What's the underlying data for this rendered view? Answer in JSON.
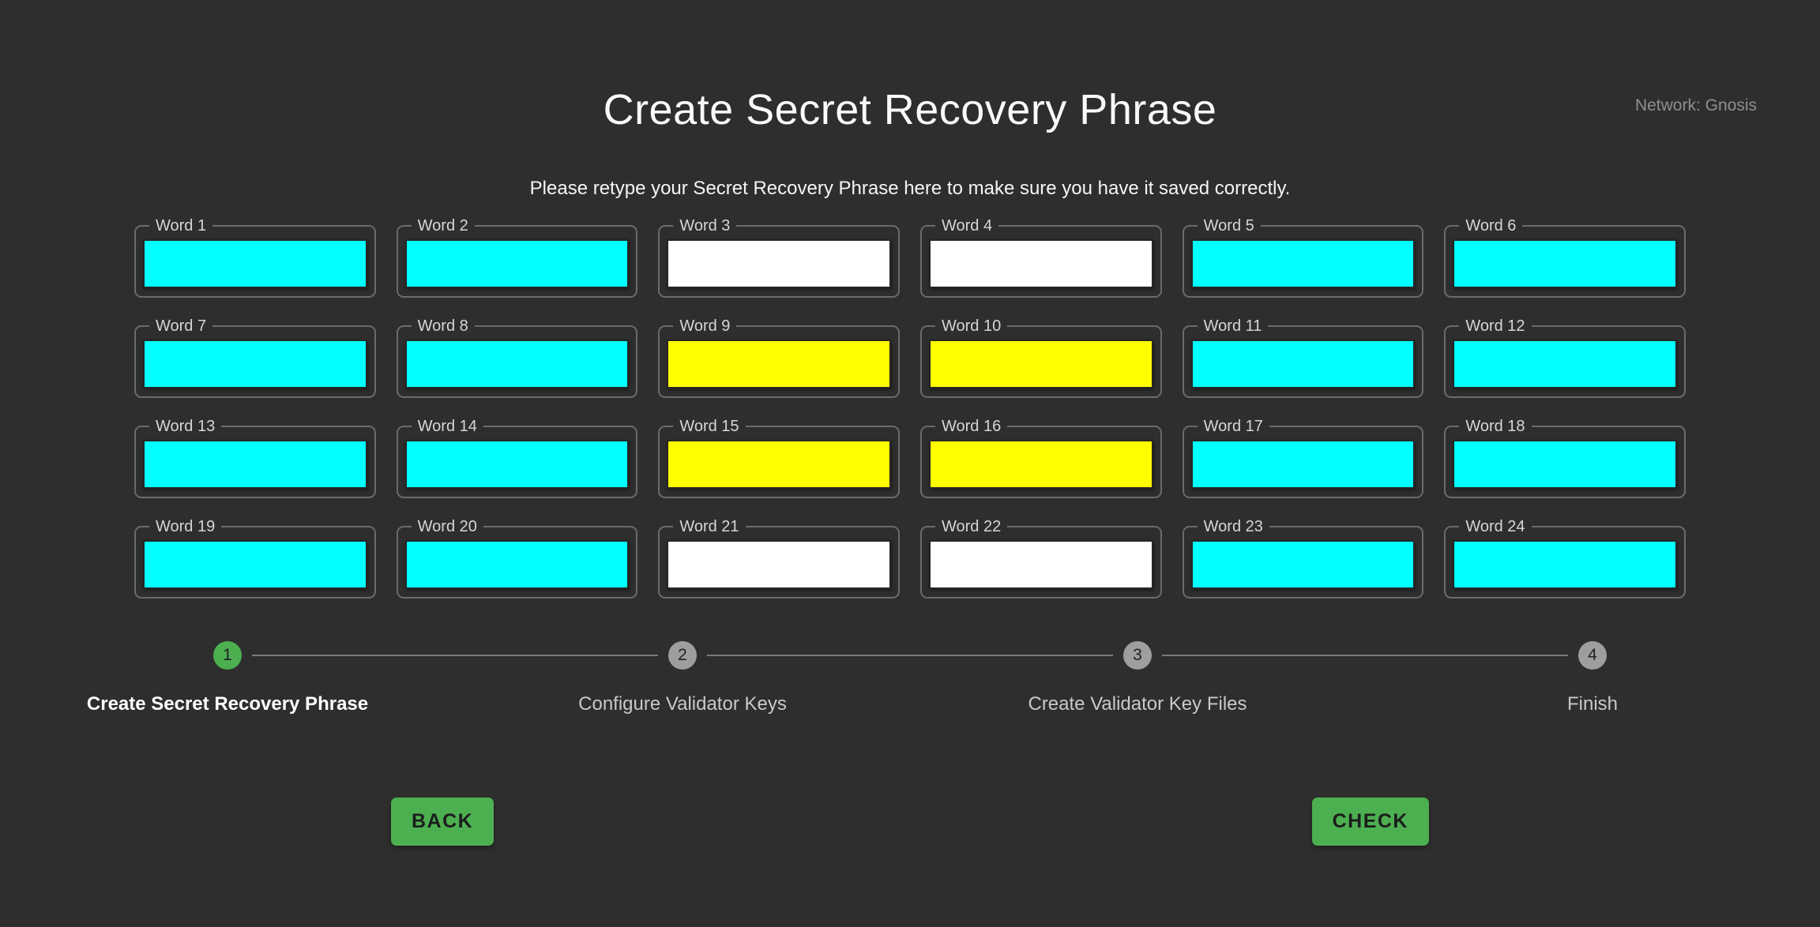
{
  "network": {
    "label": "Network: Gnosis"
  },
  "page": {
    "title": "Create Secret Recovery Phrase",
    "subtitle": "Please retype your Secret Recovery Phrase here to make sure you have it saved correctly."
  },
  "palette": {
    "background": "#2e2e2e",
    "accent_green": "#4caf50",
    "input_cyan": "#00ffff",
    "input_yellow": "#ffff00",
    "input_white": "#ffffff",
    "step_inactive_gray": "#9e9e9e",
    "connector_gray": "#7a7a7a"
  },
  "words": [
    {
      "label": "Word 1",
      "value": "",
      "color": "#00ffff"
    },
    {
      "label": "Word 2",
      "value": "",
      "color": "#00ffff"
    },
    {
      "label": "Word 3",
      "value": "",
      "color": "#ffffff"
    },
    {
      "label": "Word 4",
      "value": "",
      "color": "#ffffff"
    },
    {
      "label": "Word 5",
      "value": "",
      "color": "#00ffff"
    },
    {
      "label": "Word 6",
      "value": "",
      "color": "#00ffff"
    },
    {
      "label": "Word 7",
      "value": "",
      "color": "#00ffff"
    },
    {
      "label": "Word 8",
      "value": "",
      "color": "#00ffff"
    },
    {
      "label": "Word 9",
      "value": "",
      "color": "#ffff00"
    },
    {
      "label": "Word 10",
      "value": "",
      "color": "#ffff00"
    },
    {
      "label": "Word 11",
      "value": "",
      "color": "#00ffff"
    },
    {
      "label": "Word 12",
      "value": "",
      "color": "#00ffff"
    },
    {
      "label": "Word 13",
      "value": "",
      "color": "#00ffff"
    },
    {
      "label": "Word 14",
      "value": "",
      "color": "#00ffff"
    },
    {
      "label": "Word 15",
      "value": "",
      "color": "#ffff00"
    },
    {
      "label": "Word 16",
      "value": "",
      "color": "#ffff00"
    },
    {
      "label": "Word 17",
      "value": "",
      "color": "#00ffff"
    },
    {
      "label": "Word 18",
      "value": "",
      "color": "#00ffff"
    },
    {
      "label": "Word 19",
      "value": "",
      "color": "#00ffff"
    },
    {
      "label": "Word 20",
      "value": "",
      "color": "#00ffff"
    },
    {
      "label": "Word 21",
      "value": "",
      "color": "#ffffff"
    },
    {
      "label": "Word 22",
      "value": "",
      "color": "#ffffff"
    },
    {
      "label": "Word 23",
      "value": "",
      "color": "#00ffff"
    },
    {
      "label": "Word 24",
      "value": "",
      "color": "#00ffff"
    }
  ],
  "stepper": {
    "steps": [
      {
        "number": "1",
        "label": "Create Secret Recovery Phrase",
        "active": true
      },
      {
        "number": "2",
        "label": "Configure Validator Keys",
        "active": false
      },
      {
        "number": "3",
        "label": "Create Validator Key Files",
        "active": false
      },
      {
        "number": "4",
        "label": "Finish",
        "active": false
      }
    ]
  },
  "buttons": {
    "back_label": "BACK",
    "check_label": "CHECK"
  }
}
